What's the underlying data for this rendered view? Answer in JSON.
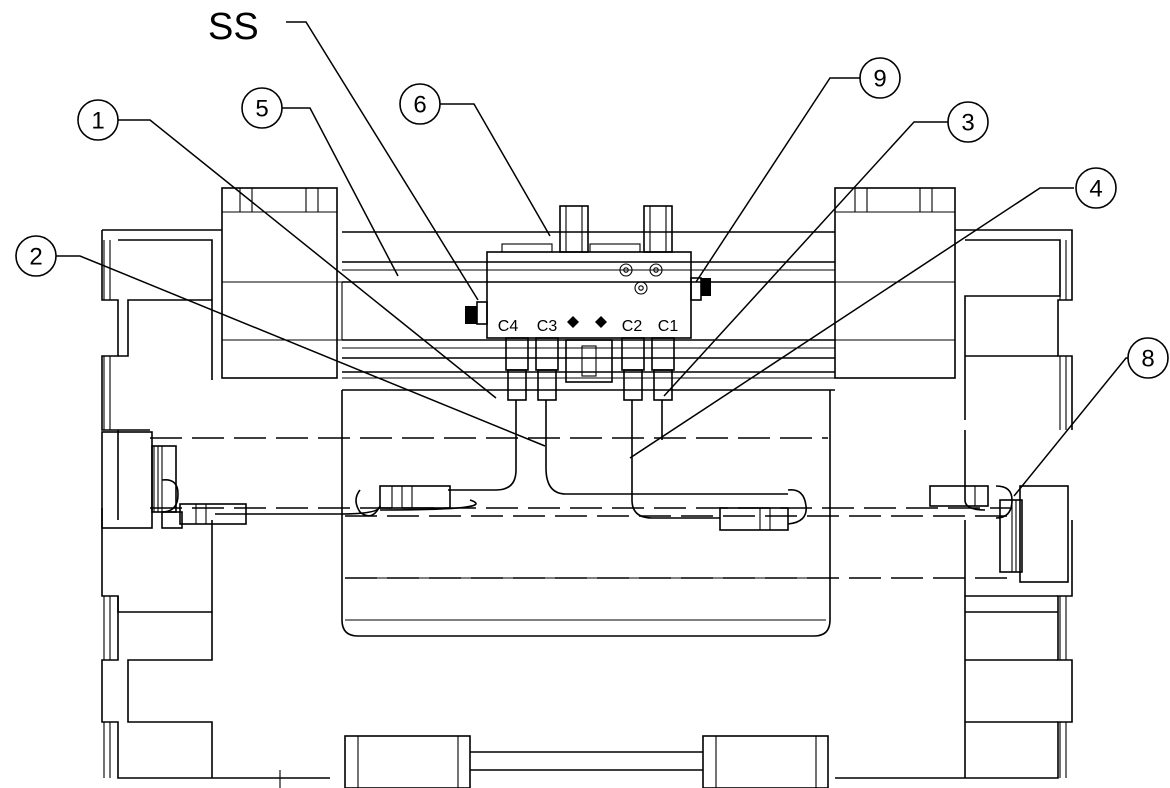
{
  "callouts": {
    "ss": "SS",
    "c1": "1",
    "c2": "2",
    "c3": "3",
    "c4": "4",
    "c5": "5",
    "c6": "6",
    "c8": "8",
    "c9": "9"
  },
  "ports": {
    "p1": "C4",
    "p2": "C3",
    "p3": "C2",
    "p4": "C1"
  },
  "colors": {
    "line": "#000000",
    "background": "#ffffff"
  }
}
